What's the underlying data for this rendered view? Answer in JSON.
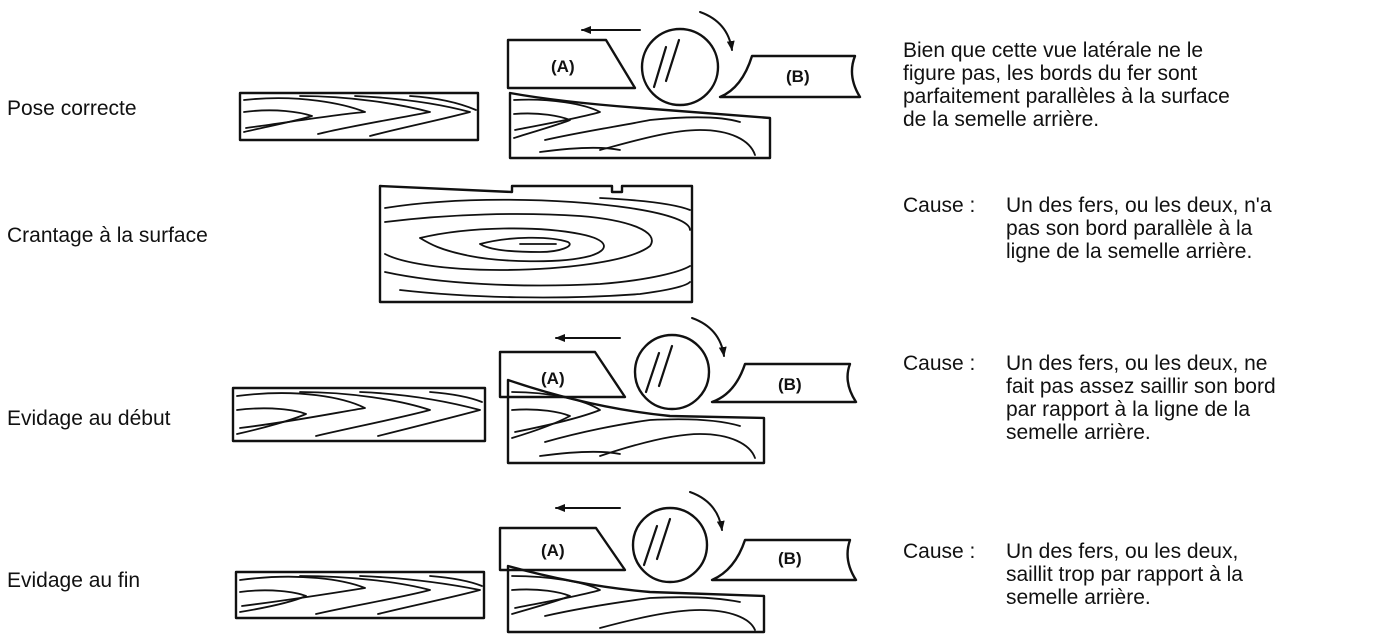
{
  "rows": [
    {
      "label": "Pose correcte"
    },
    {
      "label": "Crantage à la surface"
    },
    {
      "label": "Evidage au début"
    },
    {
      "label": "Evidage au fin"
    }
  ],
  "blade_labels": {
    "a": "(A)",
    "b": "(B)"
  },
  "descriptions": {
    "row1": [
      "Bien que cette vue latérale ne le",
      "figure pas, les bords du fer sont",
      "parfaitement parallèles à la surface",
      "de la semelle arrière."
    ],
    "row2": {
      "head": "Cause :",
      "lines": [
        "Un des fers, ou les deux, n'a",
        "pas son bord parallèle à la",
        "ligne de la semelle arrière."
      ]
    },
    "row3": {
      "head": "Cause :",
      "lines": [
        "Un des fers, ou les deux, ne",
        "fait pas assez saillir son bord",
        "par rapport à la ligne de la",
        "semelle arrière."
      ]
    },
    "row4": {
      "head": "Cause :",
      "lines": [
        "Un des fers, ou les deux,",
        "saillit trop par rapport à la",
        "semelle arrière."
      ]
    }
  }
}
